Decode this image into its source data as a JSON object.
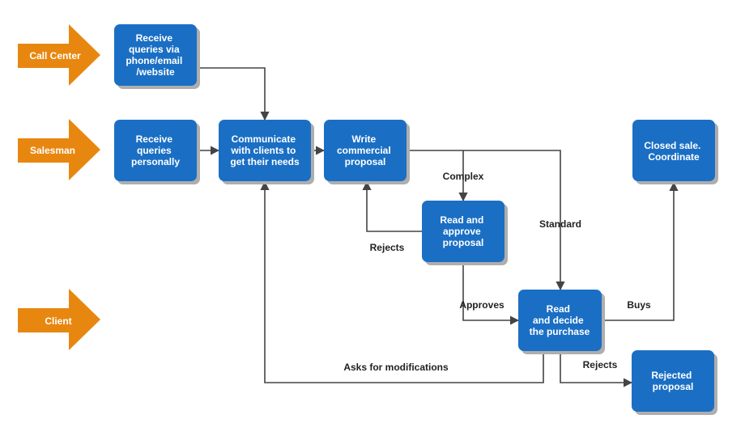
{
  "colors": {
    "lane_arrow": "#e8870f",
    "box_fill": "#1a6fc4",
    "box_shadow": "#aeaeae",
    "edge": "#444444"
  },
  "lanes": [
    {
      "id": "call-center",
      "label": "Call Center"
    },
    {
      "id": "salesman",
      "label": "Salesman"
    },
    {
      "id": "client",
      "label": "Client"
    }
  ],
  "nodes": [
    {
      "id": "receive-queries-remote",
      "lines": [
        "Receive",
        "queries via",
        "phone/email",
        "/website"
      ]
    },
    {
      "id": "receive-queries-personally",
      "lines": [
        "Receive",
        "queries",
        "personally"
      ]
    },
    {
      "id": "communicate-clients",
      "lines": [
        "Communicate",
        "with clients to",
        "get their needs"
      ]
    },
    {
      "id": "write-proposal",
      "lines": [
        "Write",
        "commercial",
        "proposal"
      ]
    },
    {
      "id": "read-approve-proposal",
      "lines": [
        "Read and",
        "approve",
        "proposal"
      ]
    },
    {
      "id": "read-decide-purchase",
      "lines": [
        "Read",
        "and decide",
        "the purchase"
      ]
    },
    {
      "id": "closed-sale",
      "lines": [
        "Closed sale.",
        "Coordinate"
      ]
    },
    {
      "id": "rejected-proposal",
      "lines": [
        "Rejected",
        "proposal"
      ]
    }
  ],
  "edges": [
    {
      "id": "remote-to-communicate",
      "label": ""
    },
    {
      "id": "personally-to-communicate",
      "label": ""
    },
    {
      "id": "communicate-to-write",
      "label": ""
    },
    {
      "id": "write-to-approve",
      "label": "Complex"
    },
    {
      "id": "approve-to-write",
      "label": "Rejects"
    },
    {
      "id": "write-to-decide",
      "label": "Standard"
    },
    {
      "id": "approve-to-decide",
      "label": "Approves"
    },
    {
      "id": "decide-to-closed",
      "label": "Buys"
    },
    {
      "id": "decide-to-rejected",
      "label": "Rejects"
    },
    {
      "id": "decide-to-communicate",
      "label": "Asks for modifications"
    }
  ]
}
